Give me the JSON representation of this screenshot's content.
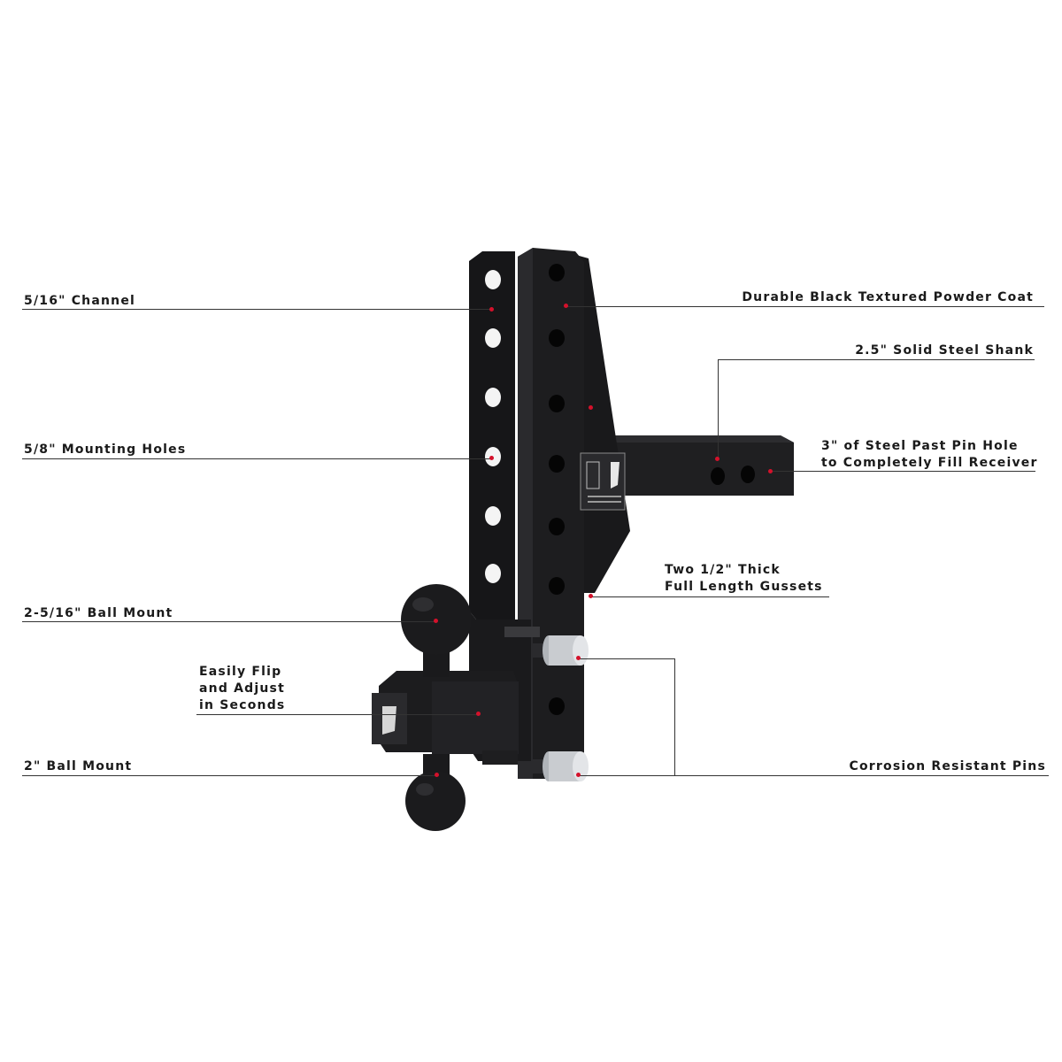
{
  "colors": {
    "background": "#ffffff",
    "steel": "#1c1c1e",
    "steel_edge": "#2e2e31",
    "hole": "#050505",
    "pin": "#c9ccd0",
    "callout_line": "#333333",
    "marker": "#d4112b"
  },
  "callouts": {
    "channel": "5/16\" Channel",
    "mounting_holes": "5/8\" Mounting Holes",
    "ball_2516": "2-5/16\" Ball Mount",
    "flip_line1": "Easily Flip",
    "flip_line2": "and Adjust",
    "flip_line3": "in Seconds",
    "ball_2": "2\" Ball Mount",
    "powder_coat": "Durable Black Textured Powder Coat",
    "shank": "2.5\" Solid Steel Shank",
    "fill_line1": "3\" of Steel Past Pin Hole",
    "fill_line2": "to Completely Fill Receiver",
    "gussets_line1": "Two 1/2\" Thick",
    "gussets_line2": "Full Length Gussets",
    "pins": "Corrosion Resistant Pins"
  }
}
